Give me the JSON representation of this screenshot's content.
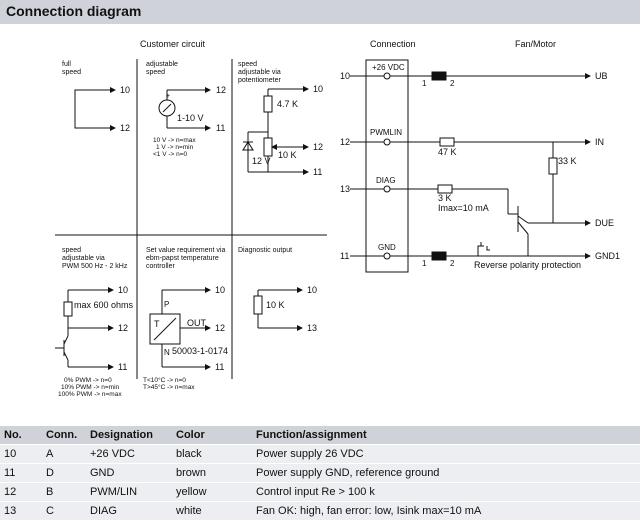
{
  "title": "Connection diagram",
  "headings": {
    "customer_circuit": "Customer circuit",
    "connection": "Connection",
    "fan_motor": "Fan/Motor"
  },
  "panels": {
    "full": {
      "label1": "full",
      "label2": "speed"
    },
    "adjustable": {
      "label1": "adjustable",
      "label2": "speed",
      "source": "1-10 V",
      "notes": [
        "10 V -> n=max",
        "1 V -> n=min",
        "<1 V -> n=0"
      ]
    },
    "pot": {
      "label1": "speed",
      "label2": "adjustable via",
      "label3": "potentiometer",
      "r1": "4.7 K",
      "r2": "10 K",
      "zener": "12 V"
    },
    "pwm": {
      "label1": "speed",
      "label2": "adjustable via",
      "label3": "PWM 500 Hz - 2 kHz",
      "r": "max 600 ohms",
      "notes": [
        "0% PWM -> n=0",
        "10% PWM -> n=min",
        "100% PWM -> n=max"
      ]
    },
    "setvalue": {
      "label1": "Set value requirement via",
      "label2": "ebm-papst temperature",
      "label3": "controller",
      "out": "OUT",
      "t": "T",
      "p": "P",
      "n": "N",
      "part": "50003-1-0174",
      "notes": [
        "T<10°C -> n=0",
        "T>45°C -> n=max"
      ]
    },
    "diagnostic": {
      "label1": "Diagnostic output",
      "r": "10 K"
    }
  },
  "pins": {
    "p10": "10",
    "p11": "11",
    "p12": "12",
    "p13": "13"
  },
  "connector": {
    "pin10": "+26 VDC",
    "pin12": "PWMLIN",
    "pin13": "DIAG",
    "pin11": "GND",
    "n1": "1",
    "n2": "2",
    "r47": "47 K",
    "r33": "33 K",
    "r3": "3 K",
    "imax": "Imax=10 mA",
    "rpp": "Reverse polarity protection"
  },
  "outputs": {
    "ub": "UB",
    "in": "IN",
    "due": "DUE",
    "gnd1": "GND1"
  },
  "table": {
    "headers": [
      "No.",
      "Conn.",
      "Designation",
      "Color",
      "Function/assignment"
    ],
    "rows": [
      [
        "10",
        "A",
        "+26 VDC",
        "black",
        "Power supply 26 VDC"
      ],
      [
        "11",
        "D",
        "GND",
        "brown",
        "Power supply GND, reference ground"
      ],
      [
        "12",
        "B",
        "PWM/LIN",
        "yellow",
        "Control input Re > 100 k"
      ],
      [
        "13",
        "C",
        "DIAG",
        "white",
        "Fan OK: high, fan error: low, Isink max=10 mA"
      ]
    ]
  }
}
